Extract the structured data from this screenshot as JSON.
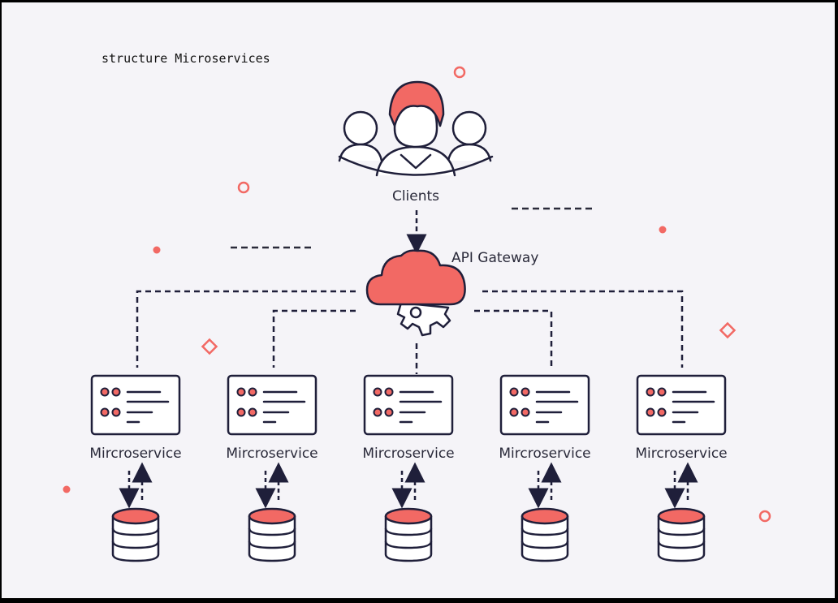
{
  "caption": "structure Microservices",
  "clients": {
    "label": "Clients"
  },
  "gateway": {
    "label": "API Gateway"
  },
  "services": [
    {
      "label": "Mircroservice"
    },
    {
      "label": "Mircroservice"
    },
    {
      "label": "Mircroservice"
    },
    {
      "label": "Mircroservice"
    },
    {
      "label": "Mircroservice"
    }
  ],
  "colors": {
    "accent": "#f26964",
    "stroke": "#1f1f3a",
    "background": "#f5f4f8"
  },
  "icons": {
    "clients": "user-group-icon",
    "gateway": "cloud-gear-icon",
    "service": "server-panel-icon",
    "database": "database-icon",
    "arrows": "bidirectional-arrow-icon"
  }
}
